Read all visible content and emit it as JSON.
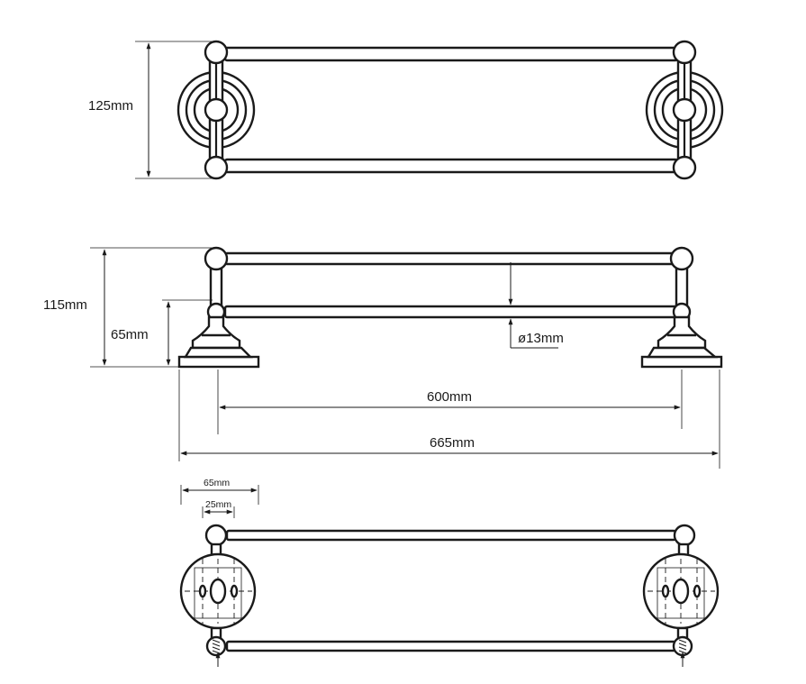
{
  "dimensions": {
    "top_height": "125mm",
    "side_total_height": "115mm",
    "side_lower_height": "65mm",
    "rail_diameter": "ø13mm",
    "rail_span": "600mm",
    "overall_length": "665mm",
    "plate_width": "65mm",
    "hole_spacing": "25mm"
  }
}
